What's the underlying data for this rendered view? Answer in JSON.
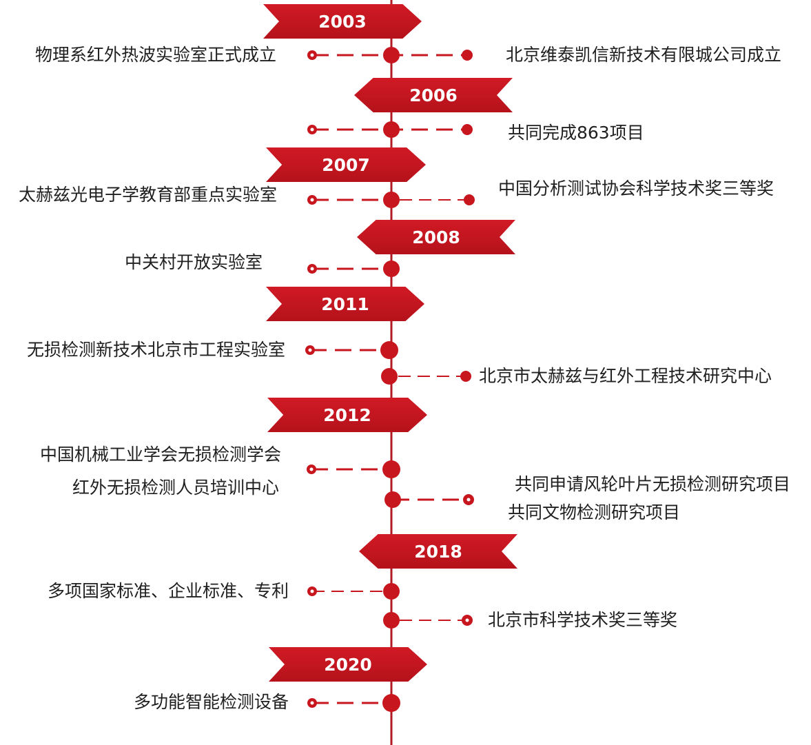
{
  "years": [
    "2003",
    "2006",
    "2007",
    "2008",
    "2011",
    "2012",
    "2018",
    "2020"
  ],
  "events": {
    "e2003_left": "物理系红外热波实验室正式成立",
    "e2003_right": "北京维泰凯信新技术有限城公司成立",
    "e2006_right": "共同完成863项目",
    "e2007_left": "太赫兹光电子学教育部重点实验室",
    "e2007_right": "中国分析测试协会科学技术奖三等奖",
    "e2008_left": "中关村开放实验室",
    "e2011_left": "无损检测新技术北京市工程实验室",
    "e2011_right": "北京市太赫兹与红外工程技术研究中心",
    "e2012_left1": "中国机械工业学会无损检测学会",
    "e2012_left2": "红外无损检测人员培训中心",
    "e2012_right1": "共同申请风轮叶片无损检测研究项目",
    "e2012_right2": "共同文物检测研究项目",
    "e2018_left": "多项国家标准、企业标准、专利",
    "e2018_right": "北京市科学技术奖三等奖",
    "e2020_left": "多功能智能检测设备"
  },
  "colors": {
    "accent": "#c8161e",
    "axis": "#b01c24",
    "text": "#1f1f1f"
  }
}
